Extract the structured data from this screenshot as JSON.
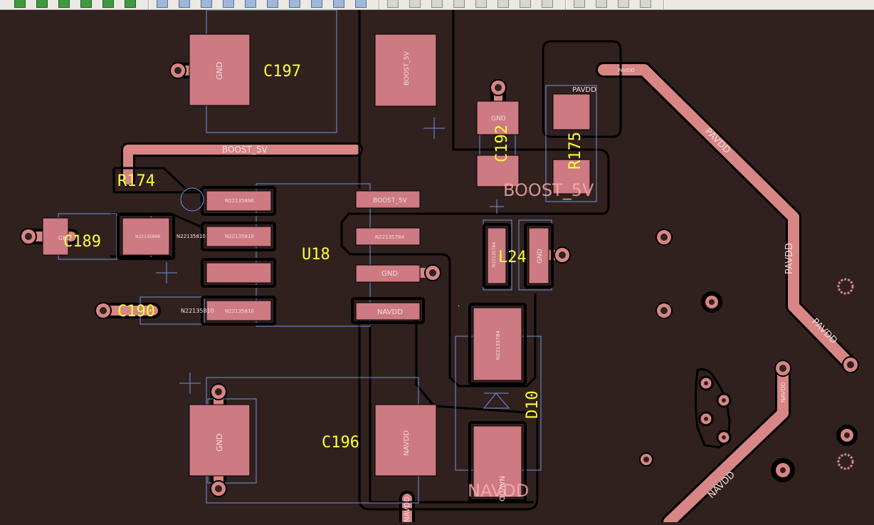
{
  "window": {
    "title": ""
  },
  "toolbar": {
    "buttons": [
      {
        "icon": "layer-icon"
      },
      {
        "icon": "layer-icon"
      },
      {
        "icon": "layer-icon"
      },
      {
        "icon": "layer-icon"
      },
      {
        "icon": "layer-icon"
      },
      {
        "icon": "layer-icon"
      },
      {
        "icon": "select-icon"
      },
      {
        "icon": "move-icon"
      },
      {
        "icon": "route-icon"
      },
      {
        "icon": "arc-icon"
      },
      {
        "icon": "via-icon"
      },
      {
        "icon": "text-icon"
      },
      {
        "icon": "copy-icon"
      },
      {
        "icon": "mirror-icon"
      },
      {
        "icon": "rotate-icon"
      },
      {
        "icon": "delete-icon"
      },
      {
        "icon": "drc-icon"
      },
      {
        "icon": "grid-icon"
      },
      {
        "icon": "zoom-in-icon"
      },
      {
        "icon": "zoom-out-icon"
      },
      {
        "icon": "zoom-fit-icon"
      },
      {
        "icon": "pan-icon"
      },
      {
        "icon": "measure-icon"
      },
      {
        "icon": "highlight-icon"
      },
      {
        "icon": "properties-icon"
      },
      {
        "icon": "report-icon"
      },
      {
        "icon": "check-icon"
      },
      {
        "icon": "settings-icon"
      }
    ]
  },
  "colors": {
    "background": "#30211f",
    "copper": "#d78585",
    "pad": "#cd7a82",
    "outline": "#000000",
    "silkscreen": "#ffff3a",
    "assembly": "#6f93d8"
  },
  "refdes": {
    "c197": "C197",
    "c192": "C192",
    "r175": "R175",
    "r174": "R174",
    "c189": "C189",
    "u18": "U18",
    "l24": "L24",
    "c190": "C190",
    "d10": "D10",
    "c196": "C196"
  },
  "nets": {
    "boost_5v_large": "BOOST_5V",
    "boost_5v": "BOOST_5V",
    "navdd_large": "NAVDD",
    "navdd": "NAVDD",
    "pavdd": "PAVDD",
    "gnd": "GND",
    "n_u18_1": "N22135896",
    "n_u18_2": "N22135810",
    "n_u18_3": "N22135810",
    "n_r174": "N22135896",
    "n_c190": "N22135810",
    "n_u18_5": "N22135784",
    "n_l24": "N22135784",
    "n_d10": "N22135784",
    "dot": "."
  }
}
